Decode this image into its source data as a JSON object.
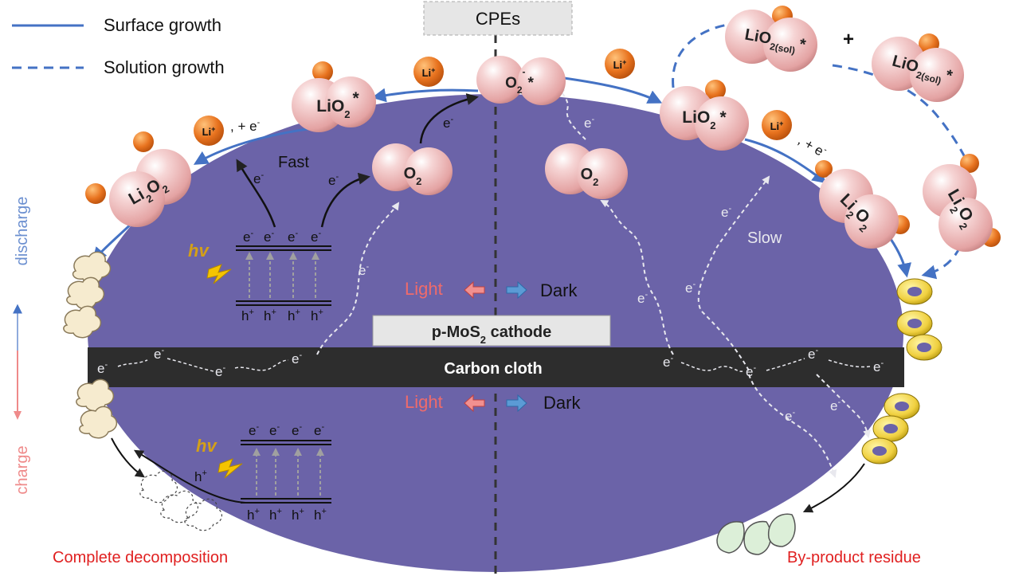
{
  "legend": {
    "surface": "Surface growth",
    "solution": "Solution growth"
  },
  "labels": {
    "cpes": "CPEs",
    "cathode_main": "p-MoS",
    "cathode_sub": "2",
    "cathode_tail": " cathode",
    "carbon": "Carbon cloth",
    "light": "Light",
    "dark": "Dark",
    "fast": "Fast",
    "slow": "Slow",
    "hv": "hv",
    "discharge": "discharge",
    "charge": "charge",
    "complete": "Complete decomposition",
    "byproduct": "By-product residue",
    "plus": "+",
    "plus_e": ", + e"
  },
  "species": {
    "li": "Li",
    "o2": "O",
    "o2_sub": "2",
    "lio2": "LiO",
    "li2o2_a": "Li",
    "li2o2_b": "O",
    "sol": "(sol)",
    "star": "*",
    "e": "e",
    "h": "h",
    "minus": "-",
    "plussup": "+"
  },
  "colors": {
    "cathode": "#6b63a8",
    "carbon": "#2d2d2d",
    "arrow_blue": "#4472c4",
    "li_orange": "#e8731f",
    "sphere": "#f2c3c3",
    "light_red": "#ef6b6b",
    "dark_blue": "#4472c4",
    "caption_red": "#e02020",
    "hv_gold": "#d4a017"
  }
}
